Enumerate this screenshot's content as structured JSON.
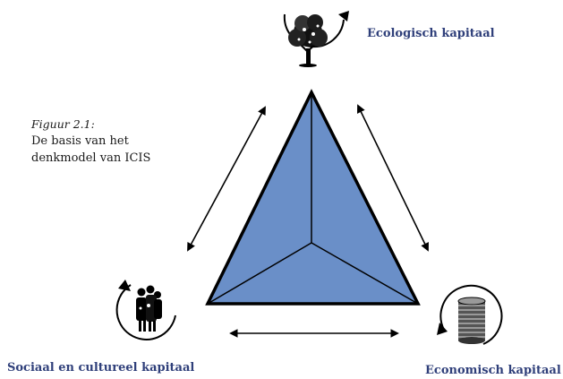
{
  "figure": {
    "number": "Figuur 2.1:",
    "caption": "De basis van het denkmodel van ICIS"
  },
  "capitals": {
    "ecological": "Ecologisch kapitaal",
    "social": "Sociaal en cultureel kapitaal",
    "economic": "Economisch kapitaal"
  },
  "icons": {
    "ecological": "tree-icon",
    "social": "people-icon",
    "economic": "coin-stack-icon"
  },
  "colors": {
    "triangle_fill": "#6a8fc8",
    "triangle_stroke": "#000000",
    "label_text": "#2f3f7a",
    "arrows": "#000000"
  }
}
